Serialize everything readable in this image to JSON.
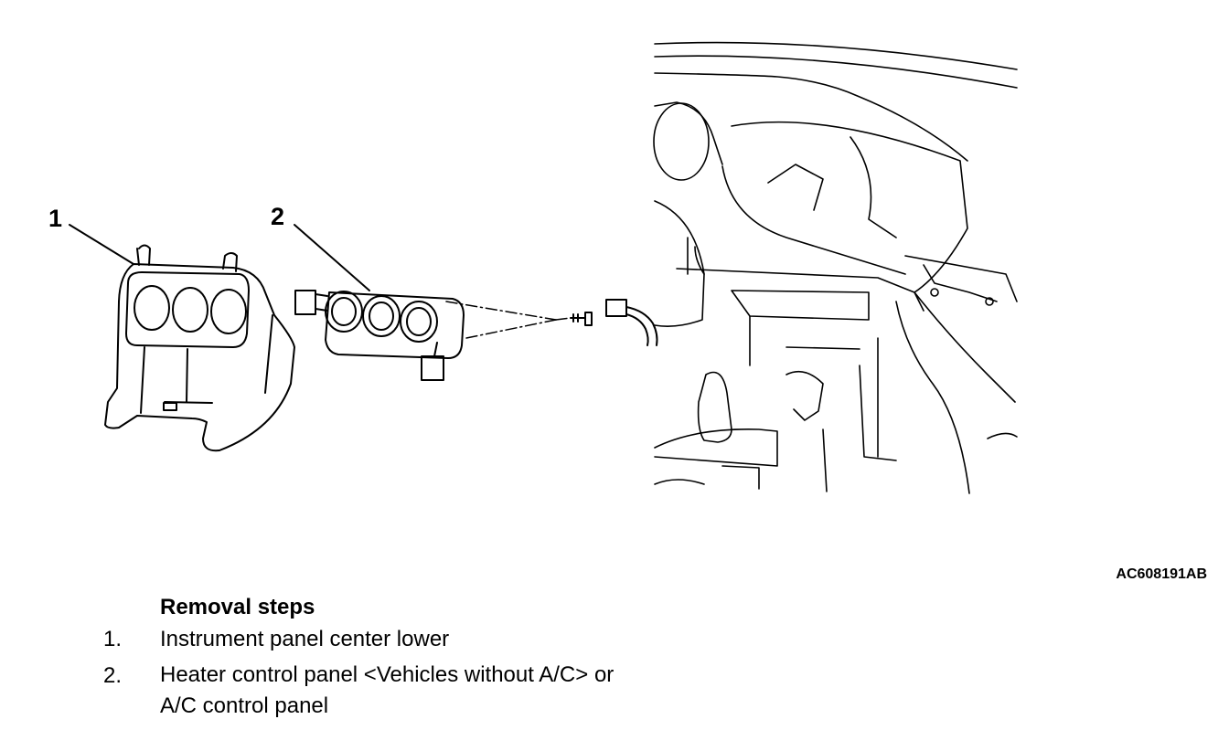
{
  "figure": {
    "callouts": [
      "1",
      "2"
    ],
    "figure_code": "AC608191AB"
  },
  "removal": {
    "title": "Removal steps",
    "steps": [
      {
        "num": "1.",
        "text": "Instrument panel center lower"
      },
      {
        "num": "2.",
        "text": "Heater control panel <Vehicles without A/C> or A/C control panel"
      }
    ]
  }
}
